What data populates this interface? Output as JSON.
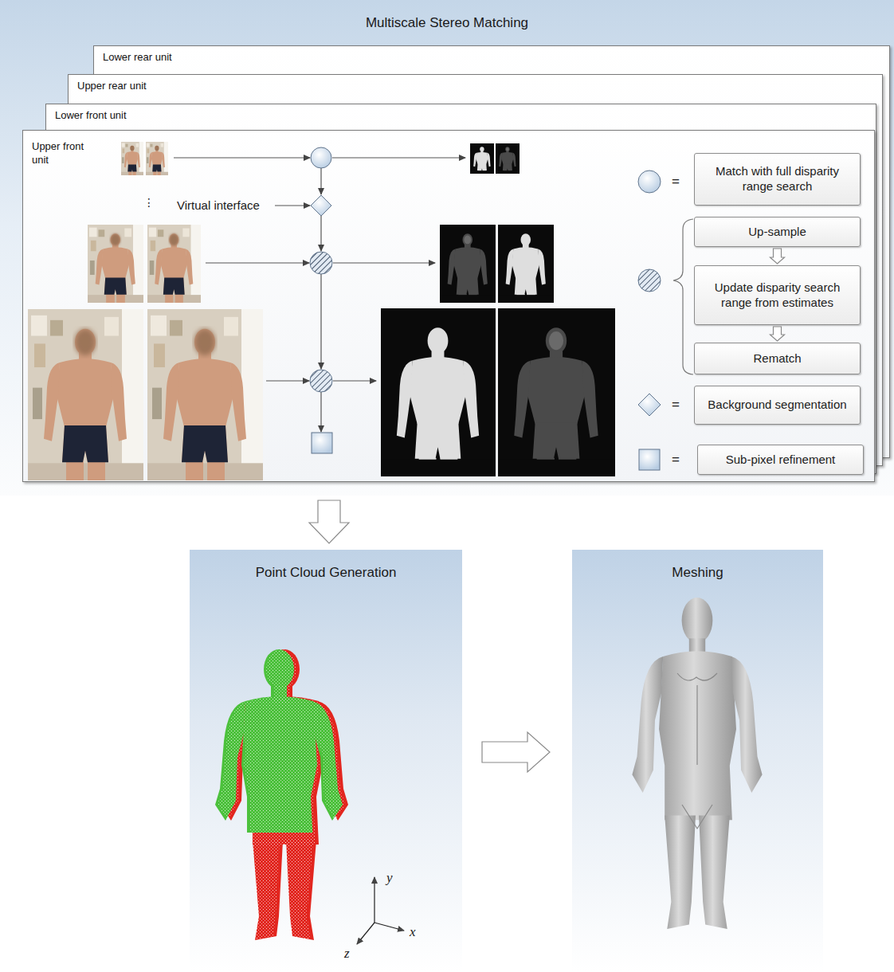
{
  "diagram": {
    "nodes": [
      {
        "text": [
          "Multiscale Stereo Matching"
        ]
      },
      {
        "text": [
          "Lower rear unit"
        ],
        "in": 0
      },
      {
        "text": [
          "Upper rear unit"
        ],
        "in": 0
      },
      {
        "text": [
          "Lower front unit"
        ],
        "in": 0
      },
      {
        "text": [
          "Upper front unit"
        ],
        "in": 0
      },
      {
        "text": [
          "Match with full disparity range search"
        ],
        "in": 4
      },
      {
        "text": [
          "Up-sample"
        ],
        "in": 4
      },
      {
        "text": [
          "Update disparity search range from estimates"
        ],
        "in": 4
      },
      {
        "text": [
          "Rematch"
        ],
        "in": 4
      },
      {
        "text": [
          "Background segmentation"
        ],
        "in": 4
      },
      {
        "text": [
          "Sub-pixel refinement"
        ],
        "in": 4
      },
      {
        "text": [
          "Point Cloud Generation"
        ]
      },
      {
        "text": [
          "Meshing"
        ]
      }
    ],
    "edges": [
      {
        "from": 6,
        "to": 7,
        "arrow": "to"
      },
      {
        "from": 7,
        "to": 8,
        "arrow": "to"
      },
      {
        "from": 0,
        "to": 11,
        "arrow": "to"
      },
      {
        "from": 11,
        "to": 12,
        "arrow": "to"
      }
    ],
    "labels": [
      "Virtual interface",
      "⋮",
      "=",
      "=",
      "=",
      "y",
      "x",
      "z"
    ]
  }
}
